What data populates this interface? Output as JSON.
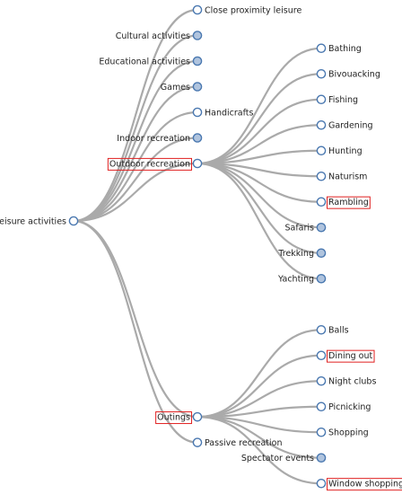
{
  "colors": {
    "link": "#aaaaaa",
    "node_stroke": "#4a78b0",
    "collapsed_fill": "#b0c4de",
    "leaf_fill": "#ffffff",
    "highlight": "#e02020",
    "text": "#222222"
  },
  "tree": {
    "name": "Leisure activities",
    "children": [
      {
        "name": "Close proximity leisure",
        "collapsed": false,
        "highlight": false
      },
      {
        "name": "Cultural activities",
        "collapsed": true,
        "highlight": false
      },
      {
        "name": "Educational activities",
        "collapsed": true,
        "highlight": false
      },
      {
        "name": "Games",
        "collapsed": true,
        "highlight": false
      },
      {
        "name": "Handicrafts",
        "collapsed": false,
        "highlight": false
      },
      {
        "name": "Indoor recreation",
        "collapsed": true,
        "highlight": false
      },
      {
        "name": "Outdoor recreation",
        "collapsed": false,
        "highlight": true,
        "children": [
          {
            "name": "Bathing",
            "collapsed": false,
            "highlight": false
          },
          {
            "name": "Bivouacking",
            "collapsed": false,
            "highlight": false
          },
          {
            "name": "Fishing",
            "collapsed": false,
            "highlight": false
          },
          {
            "name": "Gardening",
            "collapsed": false,
            "highlight": false
          },
          {
            "name": "Hunting",
            "collapsed": false,
            "highlight": false
          },
          {
            "name": "Naturism",
            "collapsed": false,
            "highlight": false
          },
          {
            "name": "Rambling",
            "collapsed": false,
            "highlight": true
          },
          {
            "name": "Safaris",
            "collapsed": true,
            "highlight": false
          },
          {
            "name": "Trekking",
            "collapsed": true,
            "highlight": false
          },
          {
            "name": "Yachting",
            "collapsed": true,
            "highlight": false
          }
        ]
      },
      {
        "name": "Outings",
        "collapsed": false,
        "highlight": true,
        "children": [
          {
            "name": "Balls",
            "collapsed": false,
            "highlight": false
          },
          {
            "name": "Dining out",
            "collapsed": false,
            "highlight": true
          },
          {
            "name": "Night clubs",
            "collapsed": false,
            "highlight": false
          },
          {
            "name": "Picnicking",
            "collapsed": false,
            "highlight": false
          },
          {
            "name": "Shopping",
            "collapsed": false,
            "highlight": false
          },
          {
            "name": "Spectator events",
            "collapsed": true,
            "highlight": false
          },
          {
            "name": "Window shopping",
            "collapsed": false,
            "highlight": true
          }
        ]
      },
      {
        "name": "Passive recreation",
        "collapsed": false,
        "highlight": false
      }
    ]
  }
}
